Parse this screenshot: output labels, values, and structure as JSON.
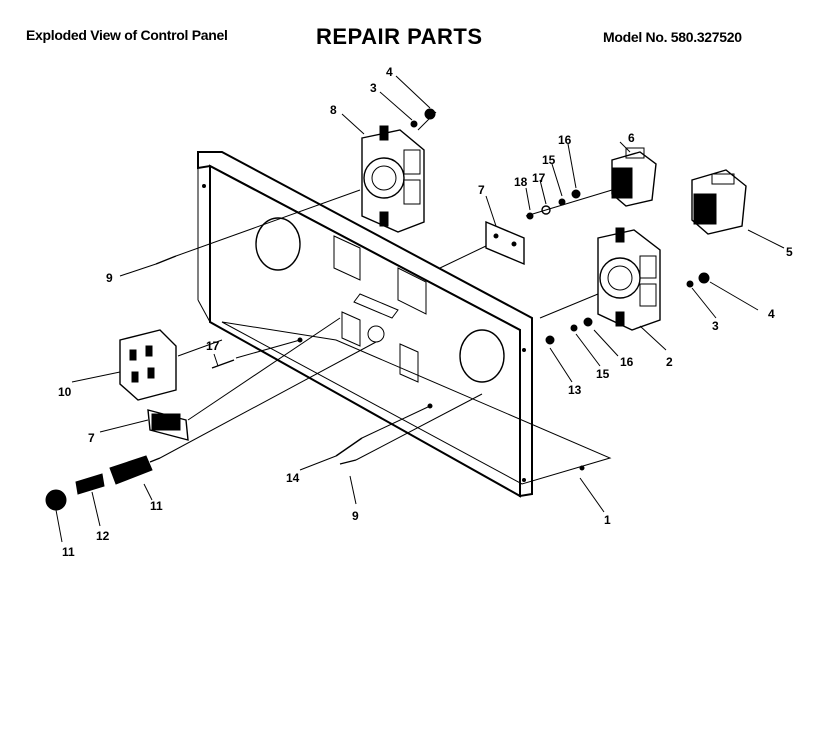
{
  "header": {
    "left_title": "Exploded View of Control Panel",
    "center_title": "REPAIR PARTS",
    "model_number": "Model No. 580.327520"
  },
  "callouts": [
    {
      "id": "c-4a",
      "text": "4"
    },
    {
      "id": "c-3a",
      "text": "3"
    },
    {
      "id": "c-8a",
      "text": "8"
    },
    {
      "id": "c-16a",
      "text": "16"
    },
    {
      "id": "c-6",
      "text": "6"
    },
    {
      "id": "c-15a",
      "text": "15"
    },
    {
      "id": "c-17a",
      "text": "17"
    },
    {
      "id": "c-18",
      "text": "18"
    },
    {
      "id": "c-7a",
      "text": "7"
    },
    {
      "id": "c-5",
      "text": "5"
    },
    {
      "id": "c-9a",
      "text": "9"
    },
    {
      "id": "c-4b",
      "text": "4"
    },
    {
      "id": "c-3b",
      "text": "3"
    },
    {
      "id": "c-17b",
      "text": "17"
    },
    {
      "id": "c-10",
      "text": "10"
    },
    {
      "id": "c-16b",
      "text": "16"
    },
    {
      "id": "c-2",
      "text": "2"
    },
    {
      "id": "c-15b",
      "text": "15"
    },
    {
      "id": "c-13",
      "text": "13"
    },
    {
      "id": "c-7b",
      "text": "7"
    },
    {
      "id": "c-14",
      "text": "14"
    },
    {
      "id": "c-11a",
      "text": "11"
    },
    {
      "id": "c-9b",
      "text": "9"
    },
    {
      "id": "c-12",
      "text": "12"
    },
    {
      "id": "c-1",
      "text": "1"
    },
    {
      "id": "c-11b",
      "text": "11"
    }
  ]
}
